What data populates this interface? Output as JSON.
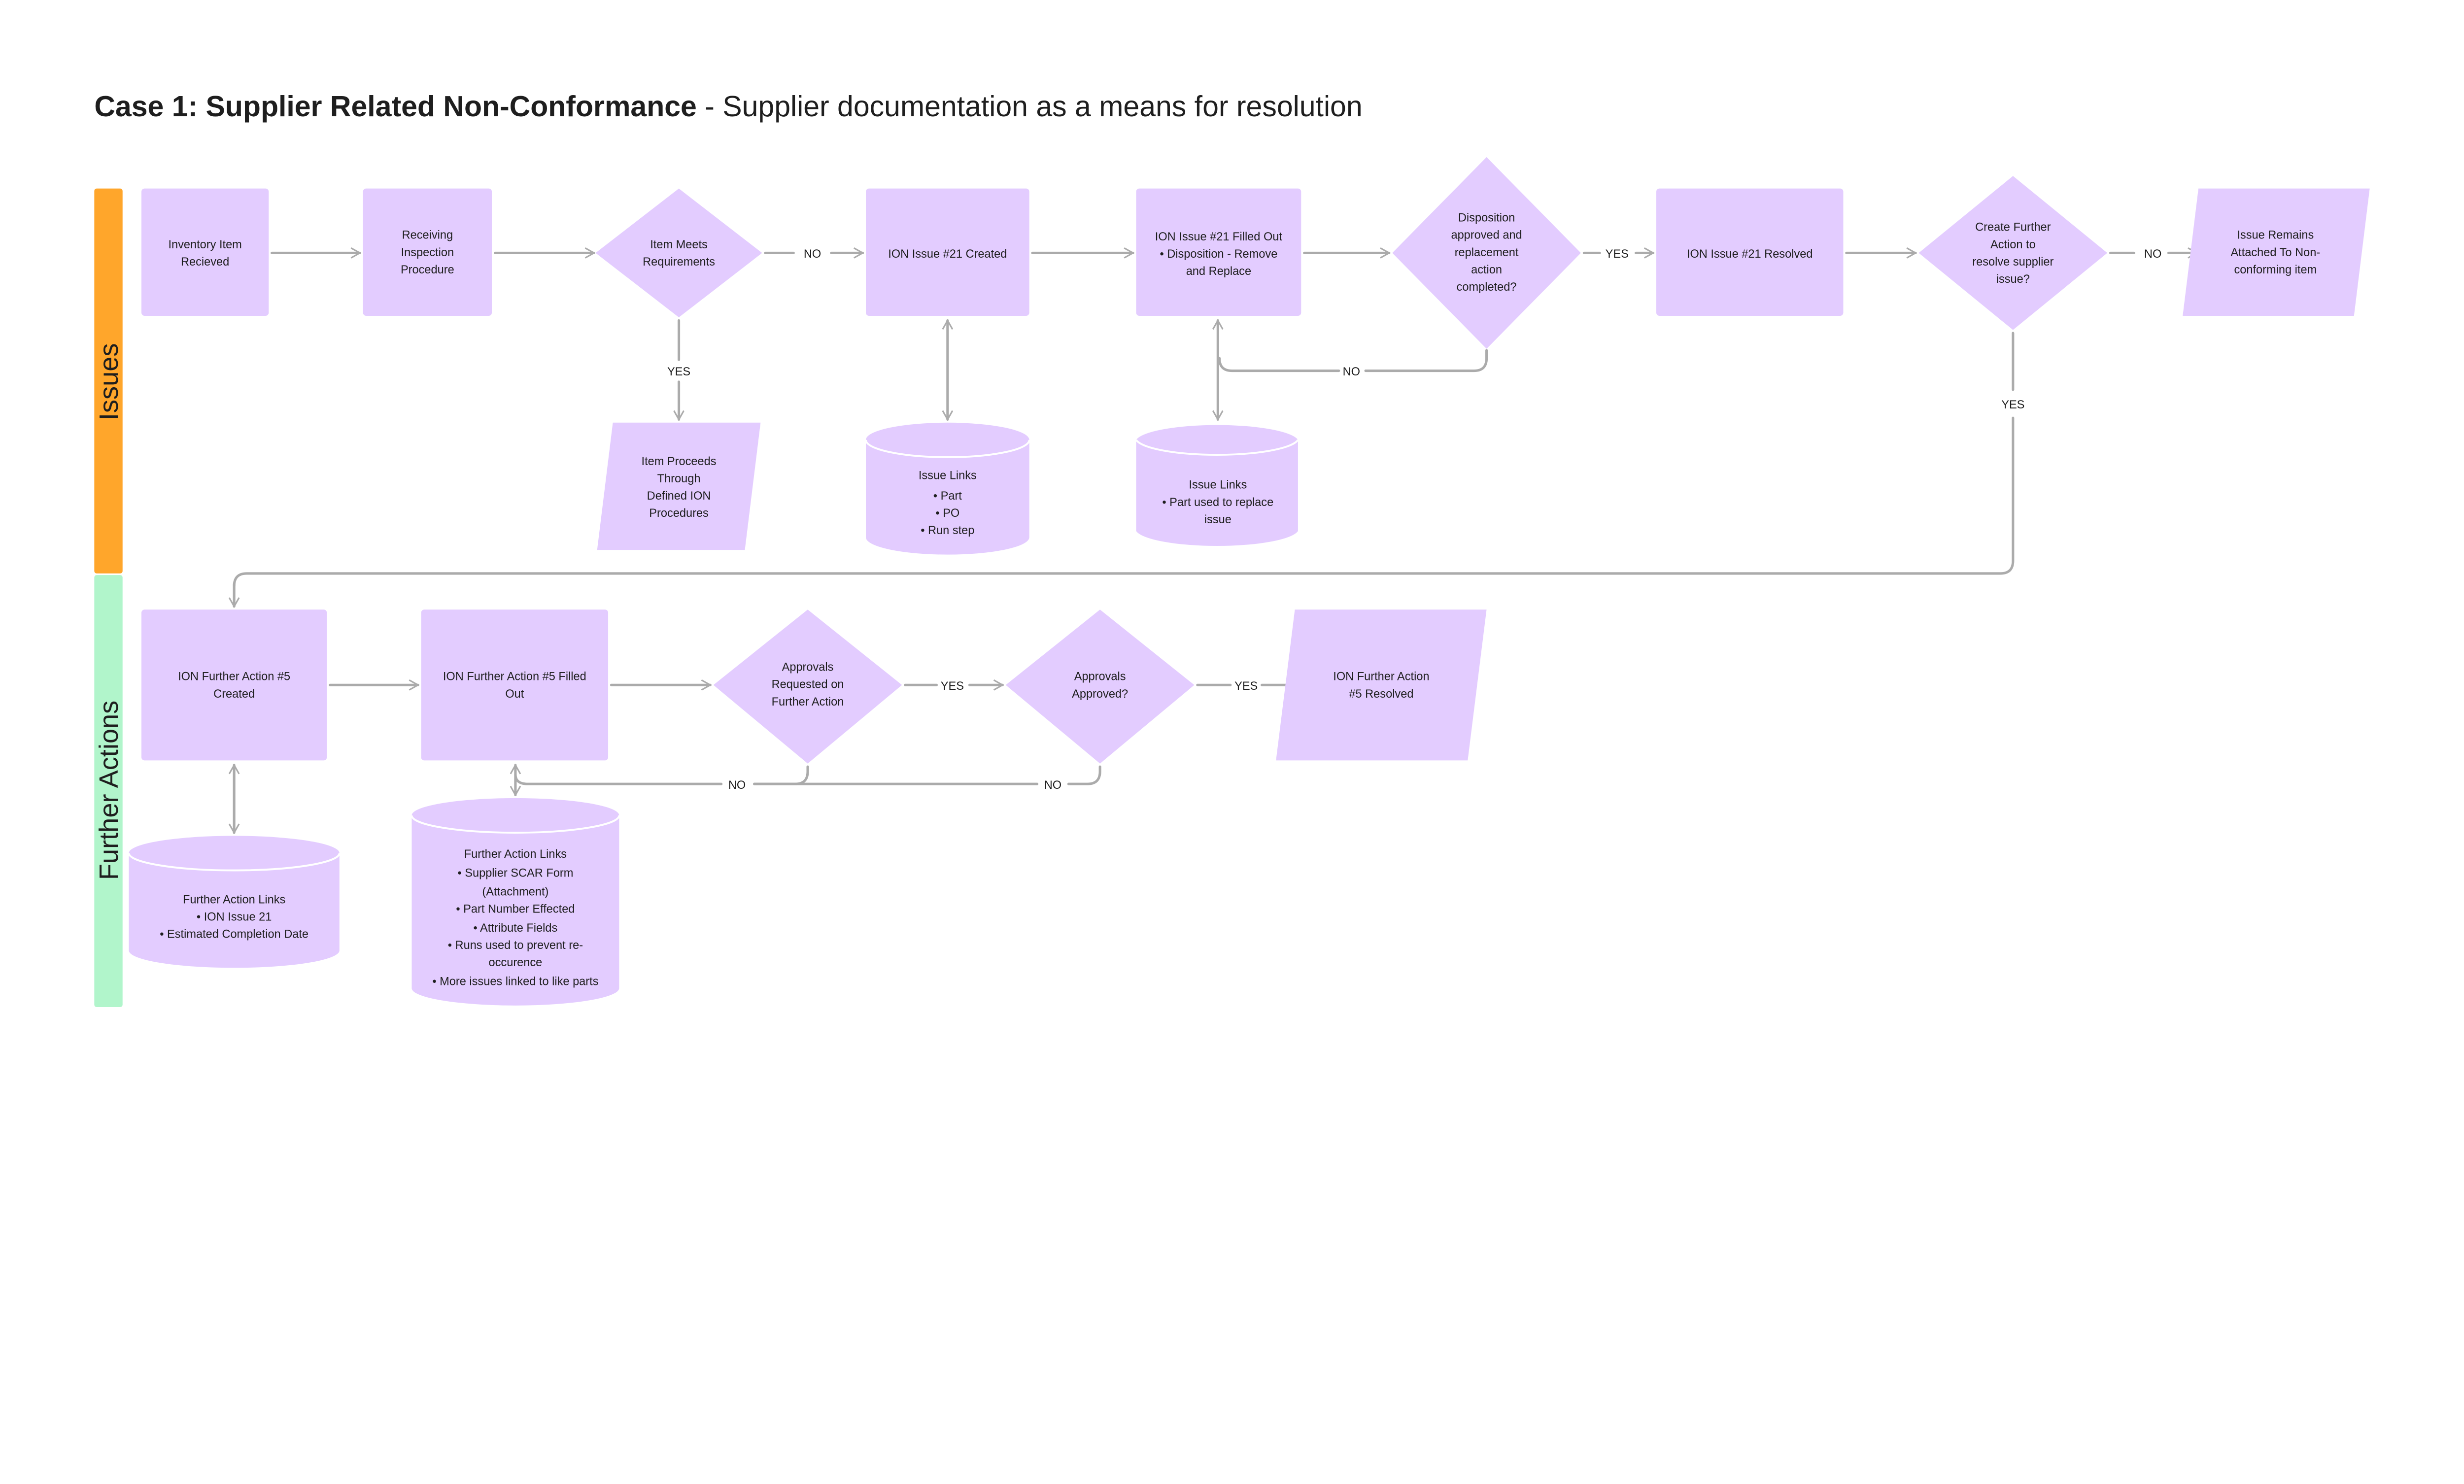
{
  "title": {
    "bold": "Case 1: Supplier Related Non-Conformance",
    "rest": " - Supplier documentation as a means for resolution"
  },
  "colors": {
    "node": "#E3CCFF",
    "issues_lane": "#FFA62B",
    "further_actions_lane": "#B1F5CB",
    "connector": "#ABABAB"
  },
  "lanes": {
    "issues": "Issues",
    "further_actions": "Further Actions"
  },
  "nodes": {
    "inventory_received": [
      "Inventory Item",
      "Recieved"
    ],
    "receiving_inspection": [
      "Receiving",
      "Inspection",
      "Procedure"
    ],
    "item_meets_requirements": [
      "Item Meets",
      "Requirements"
    ],
    "item_proceeds": [
      "Item Proceeds",
      "Through",
      "Defined ION",
      "Procedures"
    ],
    "issue_created": [
      "ION Issue #21 Created"
    ],
    "issue_links": [
      "Issue Links",
      "•  Part",
      "•  PO",
      "•  Run step"
    ],
    "issue_filled_out": [
      "ION Issue #21 Filled Out",
      "•  Disposition - Remove",
      "and Replace"
    ],
    "issue_links_2": [
      "Issue Links",
      "•  Part used to replace",
      "issue"
    ],
    "disposition_decision": [
      "Disposition",
      "approved and",
      "replacement",
      "action",
      "completed?"
    ],
    "issue_resolved": [
      "ION Issue #21 Resolved"
    ],
    "create_further_action": [
      "Create Further",
      "Action to",
      "resolve supplier",
      "issue?"
    ],
    "issue_remains": [
      "Issue Remains",
      "Attached To Non-",
      "conforming item"
    ],
    "fa_created": [
      "ION Further Action #5",
      "Created"
    ],
    "fa_links": [
      "Further Action Links",
      "•  ION Issue 21",
      "•  Estimated Completion Date"
    ],
    "fa_filled_out": [
      "ION Further Action #5 Filled",
      "Out"
    ],
    "fa_links_2": [
      "Further Action Links",
      "•  Supplier SCAR Form",
      "(Attachment)",
      "•  Part Number Effected",
      "•  Attribute Fields",
      "•  Runs used to prevent re-",
      "occurence",
      "•  More issues linked to like parts"
    ],
    "approvals_requested": [
      "Approvals",
      "Requested on",
      "Further Action"
    ],
    "approvals_approved": [
      "Approvals",
      "Approved?"
    ],
    "fa_resolved": [
      "ION Further Action",
      "#5 Resolved"
    ]
  },
  "edge_labels": {
    "meets_no": "NO",
    "meets_yes": "YES",
    "disposition_yes": "YES",
    "disposition_no": "NO",
    "further_no": "NO",
    "further_yes": "YES",
    "requested_yes": "YES",
    "requested_no": "NO",
    "approved_yes": "YES",
    "approved_no": "NO"
  }
}
